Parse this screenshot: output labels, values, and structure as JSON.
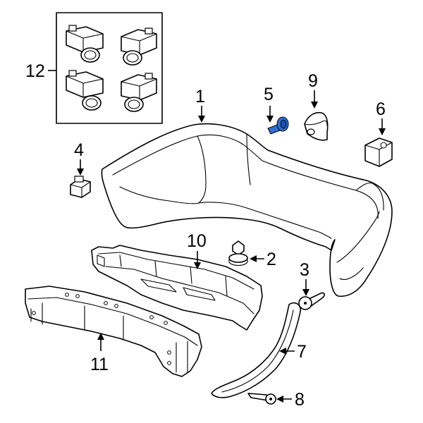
{
  "callouts": [
    {
      "id": "1",
      "label": "1"
    },
    {
      "id": "2",
      "label": "2"
    },
    {
      "id": "3",
      "label": "3"
    },
    {
      "id": "4",
      "label": "4"
    },
    {
      "id": "5",
      "label": "5"
    },
    {
      "id": "6",
      "label": "6"
    },
    {
      "id": "7",
      "label": "7"
    },
    {
      "id": "8",
      "label": "8"
    },
    {
      "id": "9",
      "label": "9"
    },
    {
      "id": "10",
      "label": "10"
    },
    {
      "id": "11",
      "label": "11"
    },
    {
      "id": "12",
      "label": "12"
    }
  ],
  "colors": {
    "line": "#000000",
    "background": "#ffffff",
    "highlight_part": "#2f6fd6"
  }
}
